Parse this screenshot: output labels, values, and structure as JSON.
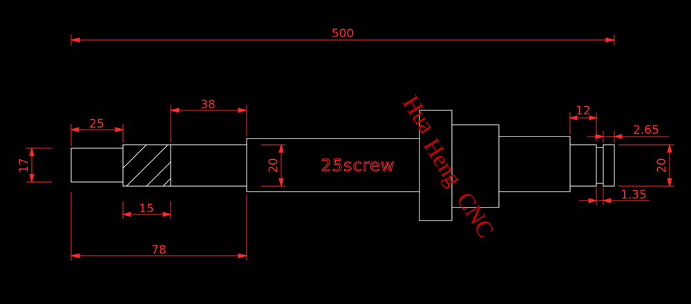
{
  "colors": {
    "background": "#000000",
    "outline": "#ffffff",
    "dimension": "#ff2a2a",
    "watermark": "#cc0000"
  },
  "dimensions": {
    "overall_length": "500",
    "left_journal_length": "25",
    "shaft_diameter_left": "17",
    "step_length": "38",
    "hatched_length": "15",
    "to_thread_start": "78",
    "thread_diameter": "20",
    "right_groove_width": "12",
    "right_diameter": "20",
    "snap_ring_width": "2.65",
    "snap_ring_gap": "1.35"
  },
  "labels": {
    "screw_note": "25screw",
    "watermark": [
      "Hua",
      "Heng",
      "CNC"
    ]
  }
}
